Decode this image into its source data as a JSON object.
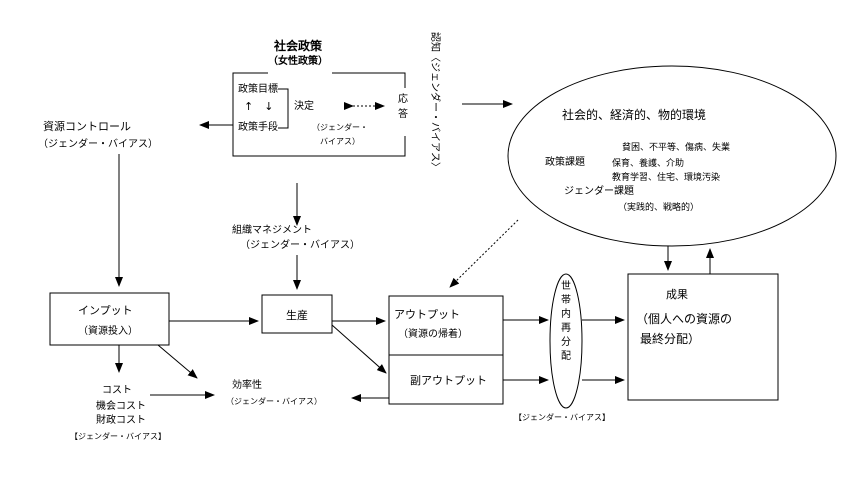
{
  "social_policy": {
    "title": "社会政策",
    "subtitle": "（女性政策）",
    "goal": "政策目標",
    "arrows": "↑　↓",
    "means": "政策手段",
    "decision": "決定",
    "bias_1": "（ジェンダー・",
    "bias_2": "バイアス）",
    "response": "応答"
  },
  "recognition": "認知〈ジェンダー・バイアス〉",
  "resource_control": {
    "title": "資源コントロール",
    "bias": "（ジェンダー・バイアス）"
  },
  "environment": {
    "title": "社会的、経済的、物的環境",
    "policy_label": "政策課題",
    "policy_line1": "貧困、不平等、傷病、失業",
    "policy_line2": "保育、養護、介助",
    "policy_line3": "教育学習、住宅、環境汚染",
    "gender_label": "ジェンダー課題",
    "gender_sub": "（実践的、戦略的）"
  },
  "org_management": {
    "title": "組織マネジメント",
    "bias": "（ジェンダー・バイアス）"
  },
  "input": {
    "title": "インプット",
    "sub": "（資源投入）"
  },
  "production": "生産",
  "output": {
    "title": "アウトプット",
    "sub": "（資源の帰着）"
  },
  "sub_output": "副アウトプット",
  "redistribution": [
    "世",
    "帯",
    "内",
    "再",
    "分",
    "配"
  ],
  "outcome": {
    "title": "成果",
    "line1": "（個人への資源の",
    "line2": "最終分配）"
  },
  "cost": {
    "line1": "コスト",
    "line2": "機会コスト",
    "line3": "財政コスト",
    "bias": "【ジェンダー・バイアス】"
  },
  "efficiency": {
    "title": "効率性",
    "bias": "（ジェンダー・バイアス）"
  },
  "household_bias": "【ジェンダー・バイアス】"
}
